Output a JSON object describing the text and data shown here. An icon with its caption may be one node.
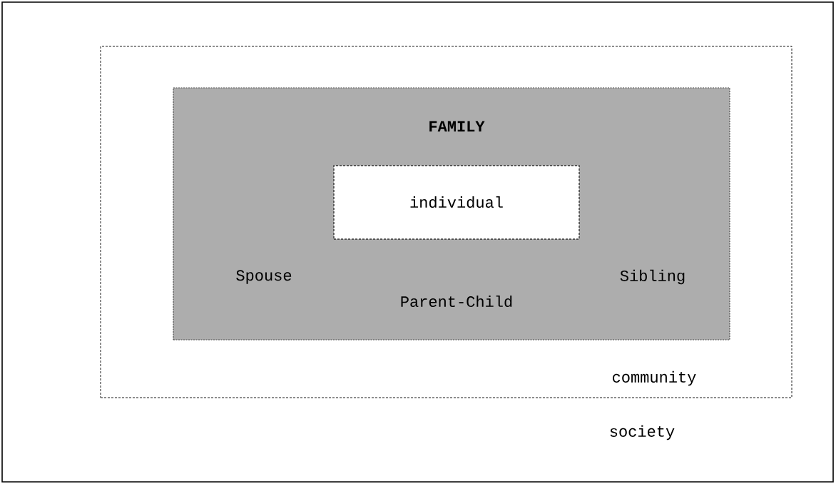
{
  "diagram": {
    "nodes": [
      {
        "text": [
          "society"
        ]
      },
      {
        "text": [
          "community"
        ],
        "in": 0
      },
      {
        "text": [
          "FAMILY",
          "Spouse",
          "Parent-Child",
          "Sibling"
        ],
        "in": 1
      },
      {
        "text": [
          "individual"
        ],
        "in": 2
      }
    ]
  }
}
